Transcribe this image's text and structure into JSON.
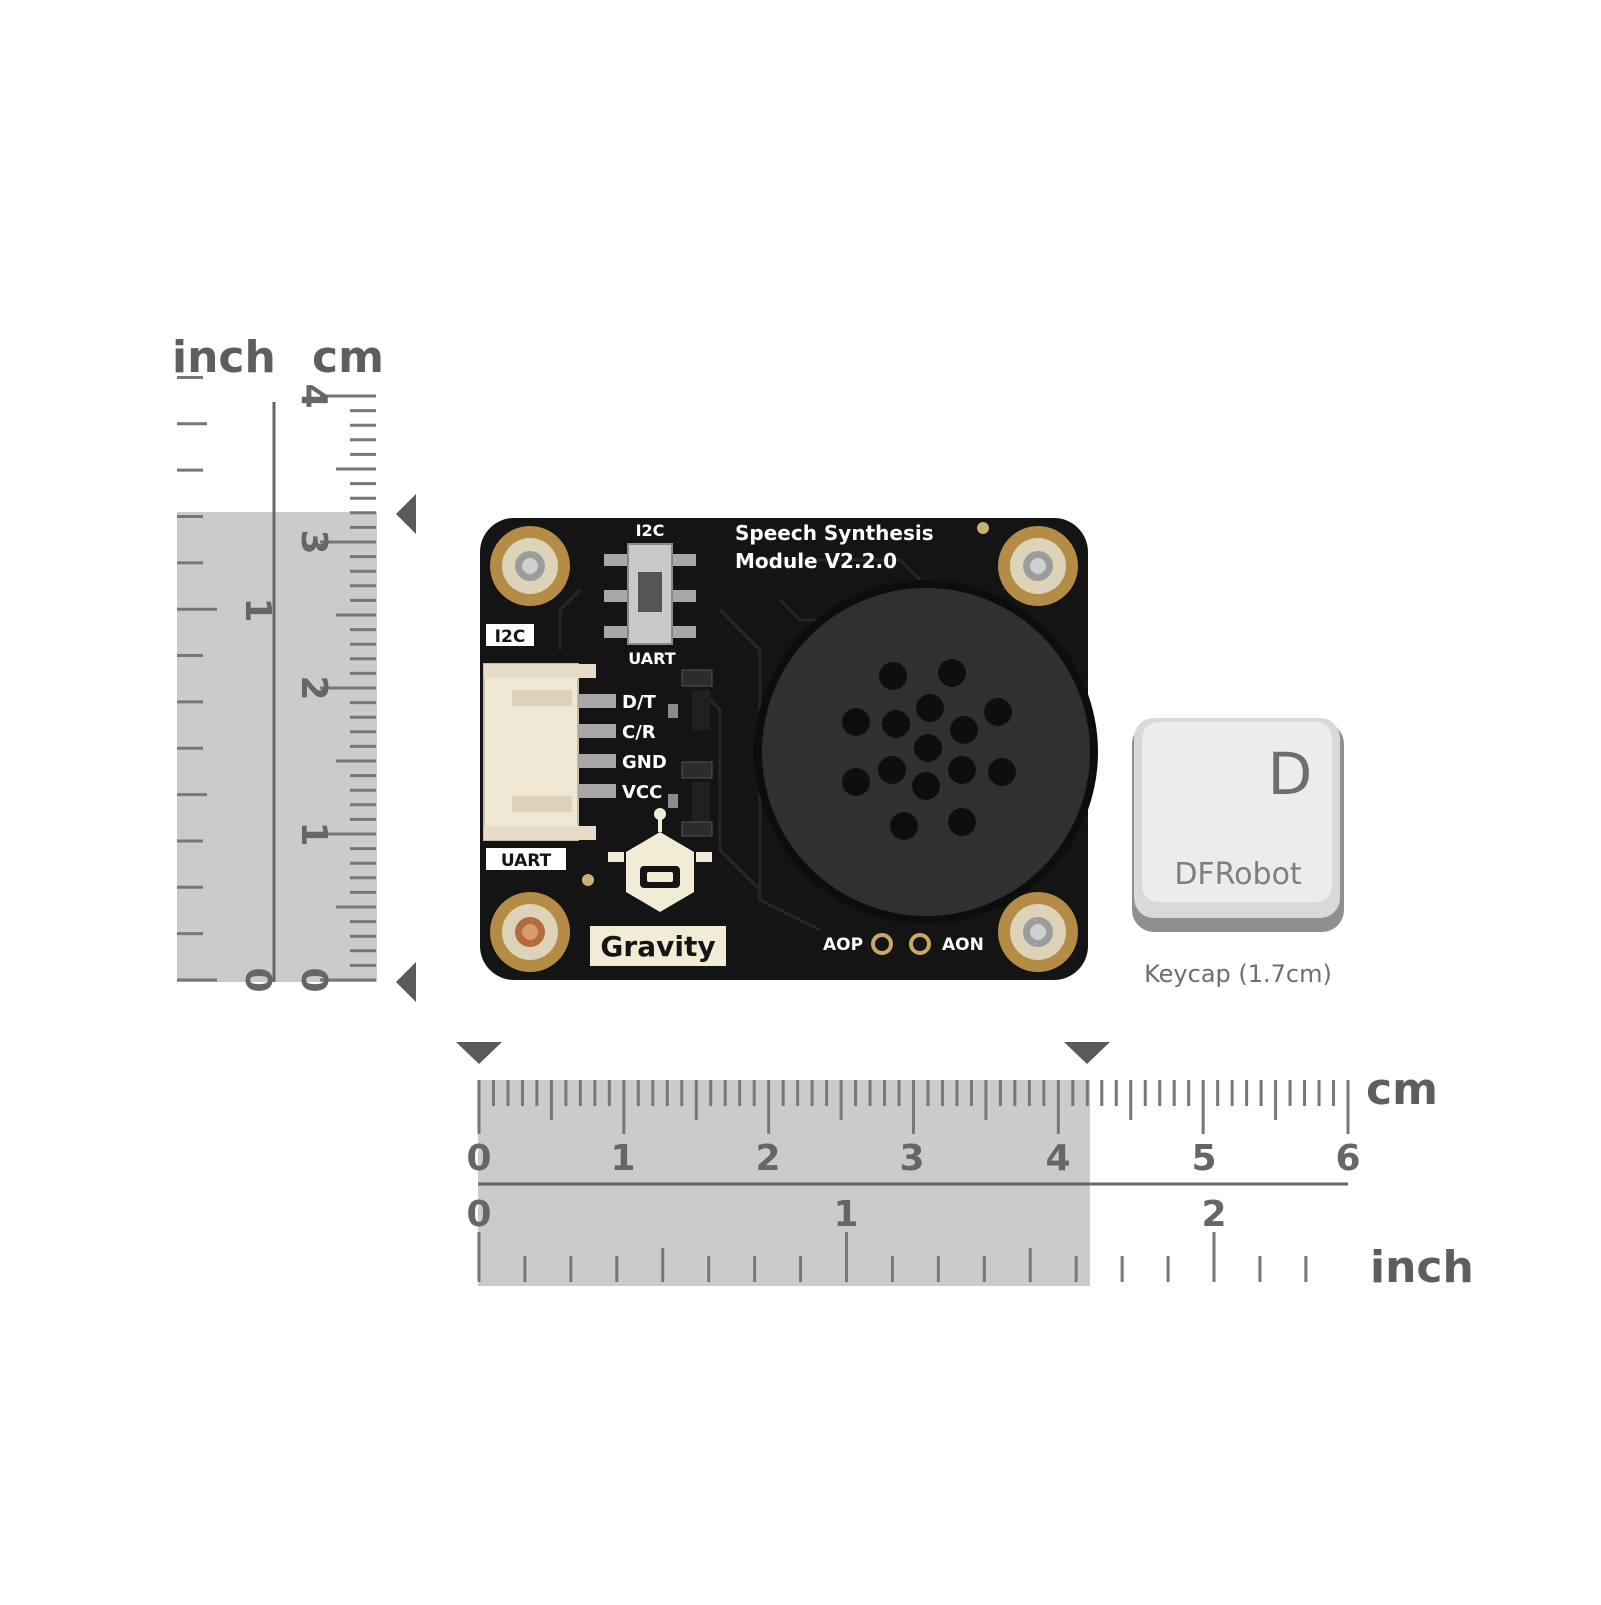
{
  "rulers": {
    "vertical": {
      "unit_inch": "inch",
      "unit_cm": "cm",
      "cm_labels": [
        "4",
        "3",
        "2",
        "1",
        "0"
      ],
      "inch_labels": [
        "1",
        "0"
      ]
    },
    "horizontal": {
      "unit_cm": "cm",
      "unit_inch": "inch",
      "cm_labels": [
        "0",
        "1",
        "2",
        "3",
        "4",
        "5",
        "6"
      ],
      "inch_labels": [
        "0",
        "1",
        "2"
      ]
    },
    "measured_extent_cm": {
      "width": 4.2,
      "height": 3.2
    }
  },
  "board": {
    "title_line1": "Speech Synthesis",
    "title_line2": "Module V2.2.0",
    "switch_top": "I2C",
    "switch_bottom": "UART",
    "tag_i2c": "I2C",
    "tag_uart": "UART",
    "pins": [
      "D/T",
      "C/R",
      "GND",
      "VCC"
    ],
    "brand": "Gravity",
    "aop": "AOP",
    "aon": "AON"
  },
  "keycap": {
    "letter": "D",
    "brand": "DFRobot",
    "caption": "Keycap (1.7cm)"
  },
  "colors": {
    "pcb": "#141414",
    "ruler_shade": "#cbcbcb",
    "ruler_text": "#666666",
    "mount_ring": "#b48c46"
  }
}
